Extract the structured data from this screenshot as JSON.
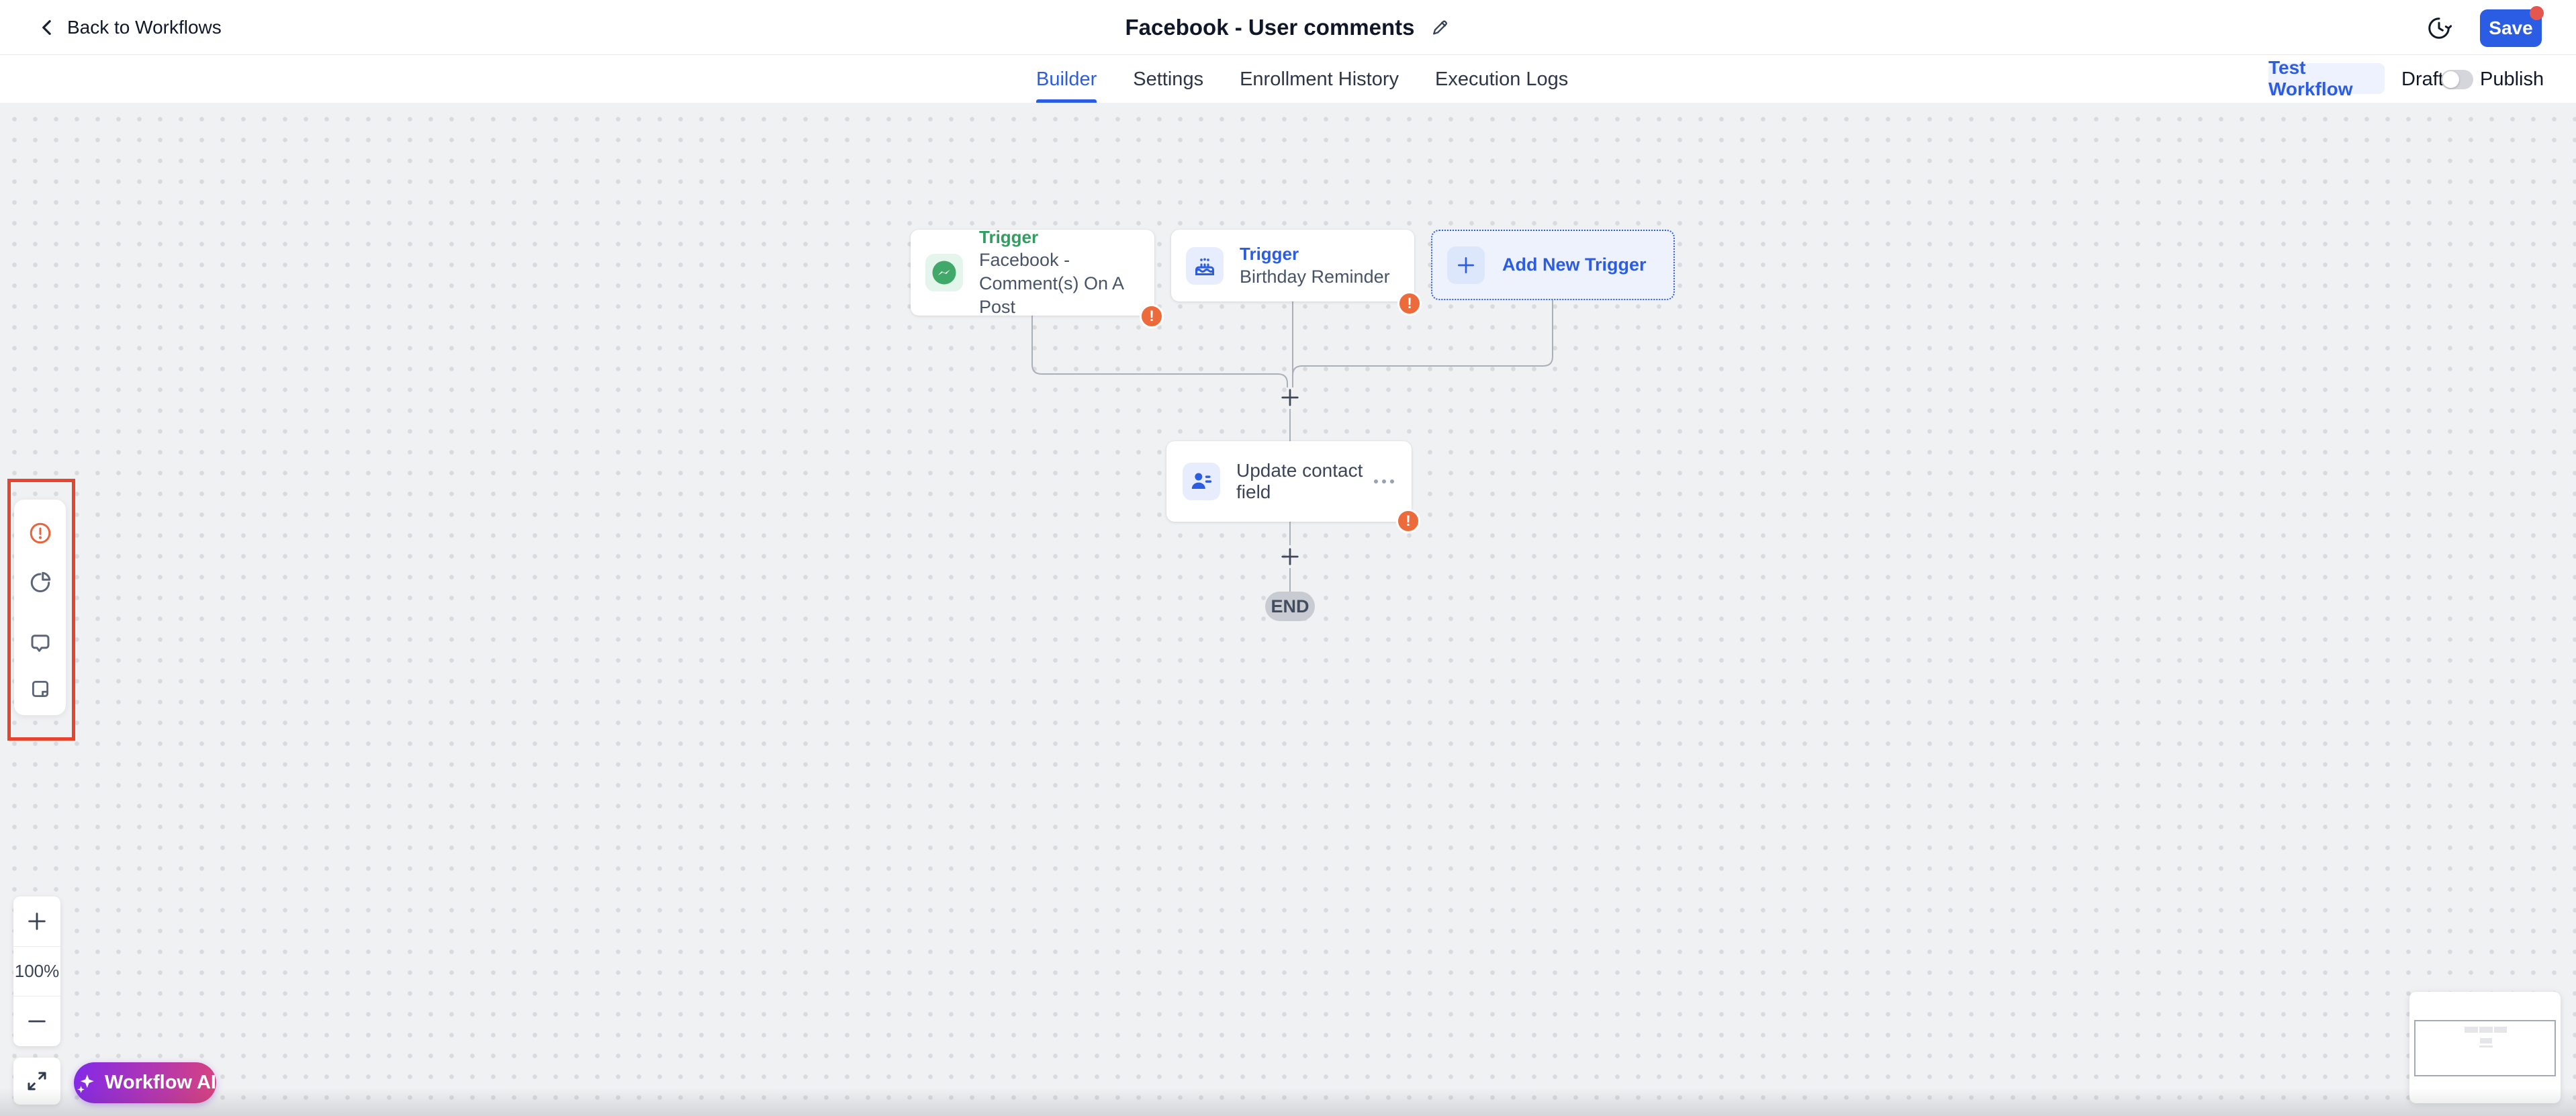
{
  "header": {
    "back_label": "Back to Workflows",
    "title": "Facebook - User comments",
    "save_label": "Save",
    "has_unsaved_dot": true
  },
  "tabbar": {
    "tabs": [
      {
        "label": "Builder",
        "active": true
      },
      {
        "label": "Settings",
        "active": false
      },
      {
        "label": "Enrollment History",
        "active": false
      },
      {
        "label": "Execution Logs",
        "active": false
      }
    ],
    "test_workflow_label": "Test Workflow",
    "draft_label": "Draft",
    "publish_label": "Publish",
    "publish_toggle_on": false
  },
  "canvas": {
    "triggers": [
      {
        "kind_label": "Trigger",
        "name": "Facebook - Comment(s) On A Post",
        "icon": "messenger-icon",
        "accent_color": "#2f9e5e",
        "has_error_badge": true
      },
      {
        "kind_label": "Trigger",
        "name": "Birthday Reminder",
        "icon": "birthday-cake-icon",
        "accent_color": "#2b5ce4",
        "has_error_badge": true
      }
    ],
    "add_new_trigger_label": "Add New Trigger",
    "action_node": {
      "title": "Update contact field",
      "icon": "contact-icon",
      "has_error_badge": true
    },
    "end_label": "END"
  },
  "sidebar": {
    "icons": [
      "alert-icon",
      "pie-chart-icon",
      "comment-icon",
      "note-icon"
    ]
  },
  "controls": {
    "zoom_in": "+",
    "zoom_level": "100%",
    "zoom_out": "−",
    "workflow_ai_label": "Workflow AI"
  },
  "colors": {
    "accent_blue": "#2b5ce4",
    "accent_green": "#2f9e5e",
    "error_orange": "#ed6b3a",
    "annotation_red": "#e8432d",
    "save_badge_red": "#e4574f",
    "canvas_bg": "#f0f1f3",
    "end_pill_gray": "#c8ccd2",
    "ai_gradient_start": "#8129e9",
    "ai_gradient_end": "#d9447c"
  }
}
